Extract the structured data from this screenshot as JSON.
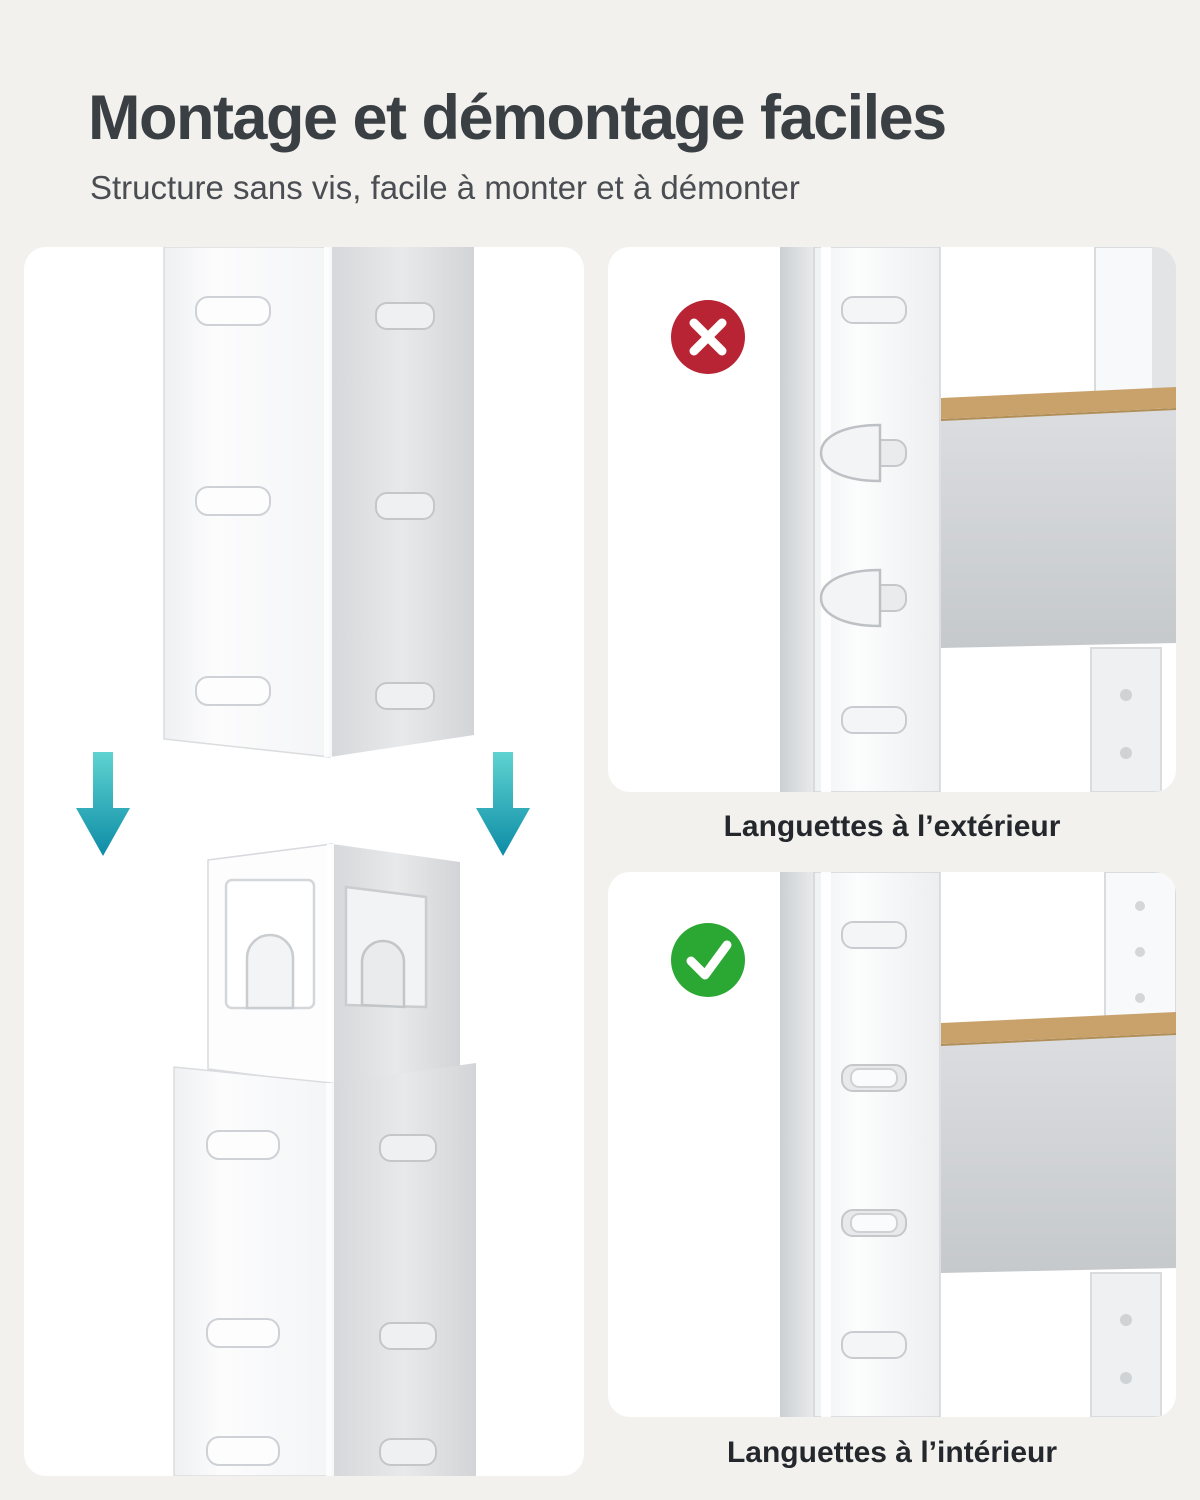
{
  "header": {
    "title": "Montage et démontage faciles",
    "subtitle": "Structure sans vis, facile à monter et à démonter"
  },
  "examples": {
    "wrong": {
      "caption": "Languettes à l’extérieur",
      "badge_icon": "cross-icon",
      "badge_color": "#b82434"
    },
    "correct": {
      "caption": "Languettes à l’intérieur",
      "badge_icon": "check-icon",
      "badge_color": "#2ba833"
    }
  },
  "illustration": {
    "arrow_icon": "down-arrow-icon",
    "arrow_gradient_top": "#5fd3d1",
    "arrow_gradient_bottom": "#0d8ca6",
    "wood_color": "#c9a26b",
    "panel_background": "#ffffff",
    "page_background": "#f2f1ee"
  }
}
